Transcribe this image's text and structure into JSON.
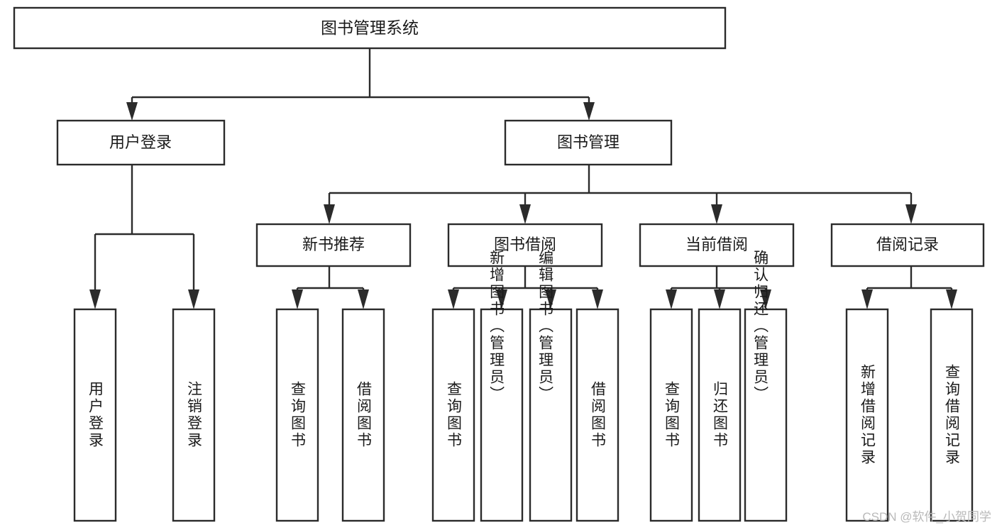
{
  "diagram": {
    "type": "tree-hierarchy-chart",
    "title": "图书管理系统",
    "colors": {
      "stroke": "#2b2b2b",
      "fill": "#ffffff",
      "text": "#1a1a1a",
      "background": "#ffffff",
      "watermark": "#b9b9b9"
    },
    "root": {
      "label": "图书管理系统"
    },
    "level2": [
      {
        "label": "用户登录"
      },
      {
        "label": "图书管理"
      }
    ],
    "level3": [
      {
        "label": "新书推荐"
      },
      {
        "label": "图书借阅"
      },
      {
        "label": "当前借阅"
      },
      {
        "label": "借阅记录"
      }
    ],
    "leaves": {
      "user_login": [
        {
          "label": "用户登录"
        },
        {
          "label": "注销登录"
        }
      ],
      "new_book_recommend": [
        {
          "label": "查询图书"
        },
        {
          "label": "借阅图书"
        }
      ],
      "book_borrow": [
        {
          "label": "查询图书"
        },
        {
          "label": "新增图书（管理员）"
        },
        {
          "label": "编辑图书（管理员）"
        },
        {
          "label": "借阅图书"
        }
      ],
      "current_borrow": [
        {
          "label": "查询图书"
        },
        {
          "label": "归还图书"
        },
        {
          "label": "确认归还（管理员）"
        }
      ],
      "borrow_record": [
        {
          "label": "新增借阅记录"
        },
        {
          "label": "查询借阅记录"
        }
      ]
    }
  },
  "watermark": {
    "text": "CSDN @软件_小贺同学"
  }
}
